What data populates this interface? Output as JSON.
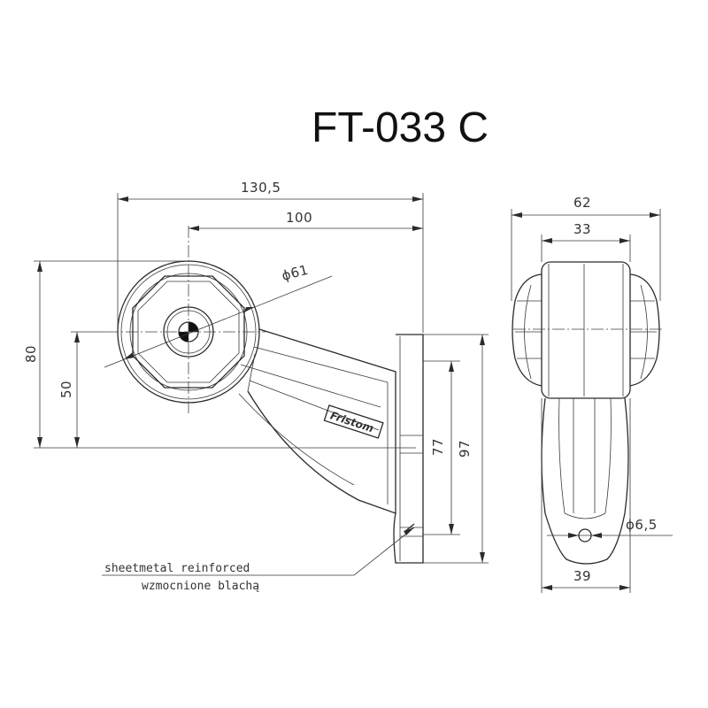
{
  "title": "FT-033 C",
  "dimensions": {
    "overall_width": "130,5",
    "center_to_mount": "100",
    "lens_diameter": "ϕ61",
    "total_height": "80",
    "center_height": "50",
    "mount_hole_spacing": "77",
    "mount_height": "97",
    "side_width": "62",
    "body_width": "33",
    "hole_diameter": "ϕ6,5",
    "base_width": "39"
  },
  "brand_label": "Fristom",
  "note": {
    "line1": "sheetmetal reinforced",
    "line2": "wzmocnione blachą"
  }
}
